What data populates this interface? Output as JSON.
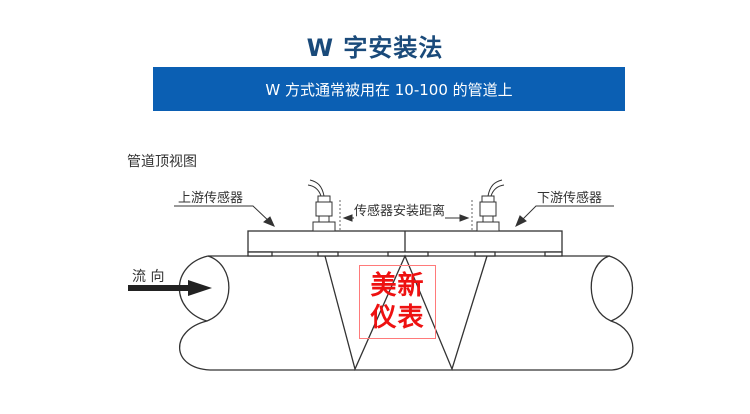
{
  "header": {
    "title": "W 字安装法",
    "subtitle": "W 方式通常被用在 10-100 的管道上"
  },
  "diagram": {
    "view_label": "管道顶视图",
    "upstream_label": "上游传感器",
    "downstream_label": "下游传感器",
    "distance_label": "传感器安装距离",
    "flow_label": "流 向",
    "watermark_line1": "美新",
    "watermark_line2": "仪表"
  },
  "colors": {
    "title": "#1a4a7a",
    "band": "#0b5fb3",
    "watermark": "#ee1111"
  }
}
